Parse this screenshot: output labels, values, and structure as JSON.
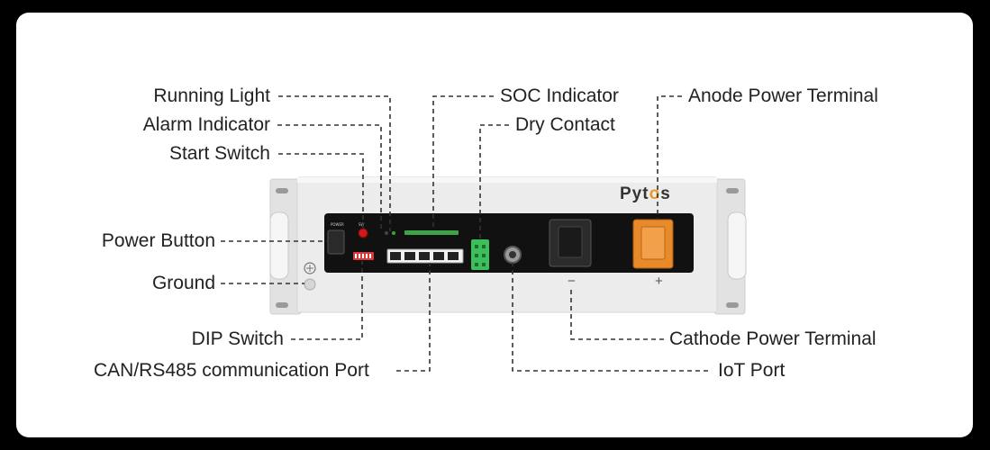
{
  "labels": {
    "running_light": "Running Light",
    "alarm_indicator": "Alarm Indicator",
    "start_switch": "Start Switch",
    "power_button": "Power Button",
    "ground": "Ground",
    "dip_switch": "DIP Switch",
    "can_port": "CAN/RS485 communication Port",
    "soc_indicator": "SOC Indicator",
    "dry_contact": "Dry Contact",
    "anode_terminal": "Anode Power Terminal",
    "cathode_terminal": "Cathode Power Terminal",
    "iot_port": "IoT Port"
  },
  "device": {
    "brand_pre": "Pyt",
    "brand_dot": "o",
    "brand_post": "s",
    "minus_sign": "−",
    "plus_sign": "+"
  },
  "colors": {
    "background": "#000000",
    "card": "#ffffff",
    "chassis": "#ececec",
    "panel": "#111111",
    "anode_terminal": "#e8892a",
    "dry_contact": "#3cbf5a",
    "soc_bar": "#3fa34a",
    "led_red": "#d01818"
  }
}
